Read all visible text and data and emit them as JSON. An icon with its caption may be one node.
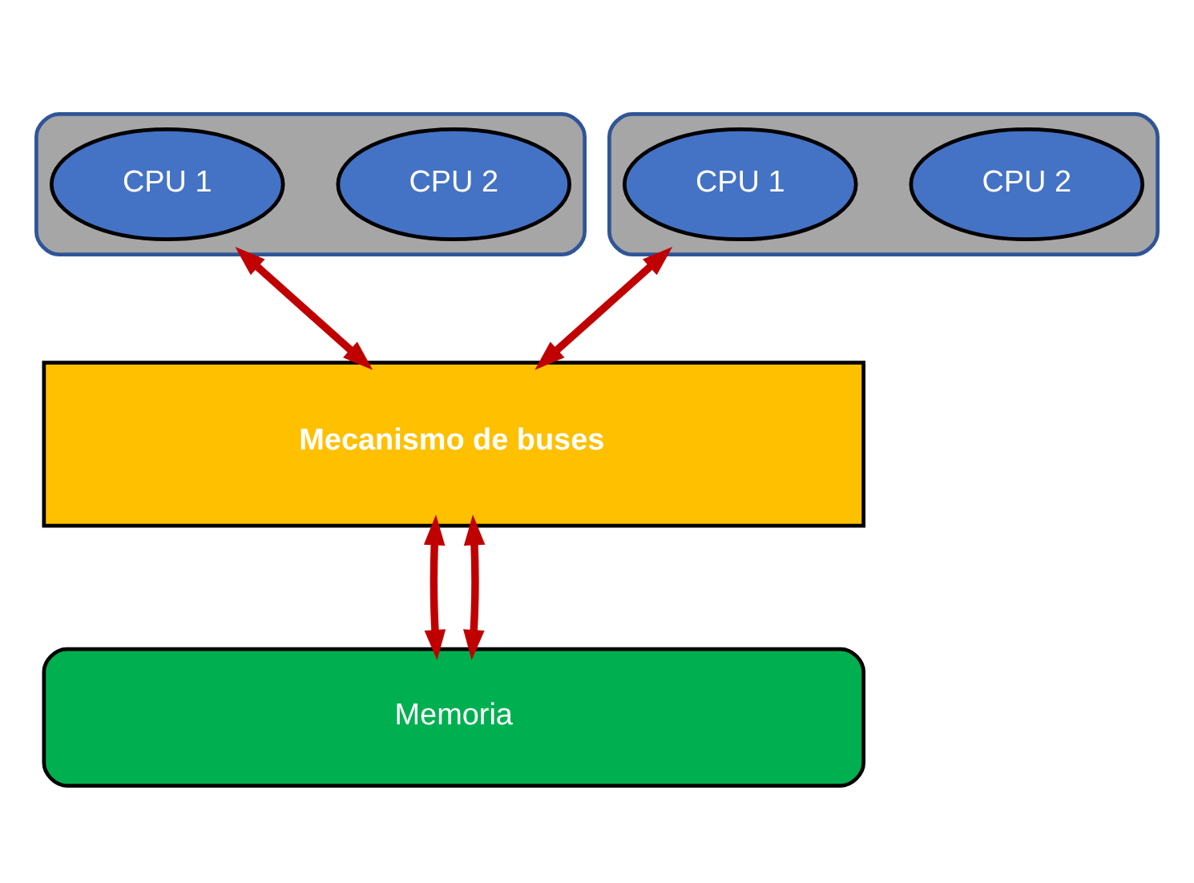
{
  "diagram": {
    "nodes": [
      {
        "text": [],
        "shape": "box"
      },
      {
        "text": [
          "CPU 1"
        ],
        "in": 0
      },
      {
        "text": [
          "CPU 2"
        ],
        "in": 0
      },
      {
        "text": [],
        "shape": "box"
      },
      {
        "text": [
          "CPU 1"
        ],
        "in": 3
      },
      {
        "text": [
          "CPU 2"
        ],
        "in": 3
      },
      {
        "text": [
          "Mecanismo de buses"
        ]
      },
      {
        "text": [
          "Memoria"
        ]
      }
    ],
    "edges": [
      {
        "from": 0,
        "to": 6,
        "arrow": "both"
      },
      {
        "from": 3,
        "to": 6,
        "arrow": "both"
      },
      {
        "from": 6,
        "to": 7,
        "arrow": "both"
      },
      {
        "from": 6,
        "to": 7,
        "arrow": "both"
      }
    ]
  }
}
